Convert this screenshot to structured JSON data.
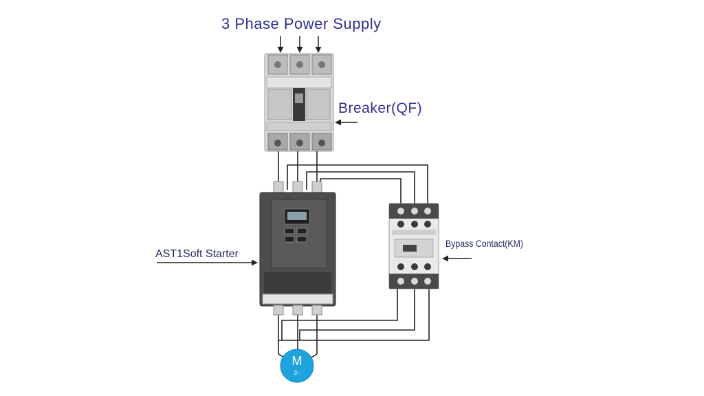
{
  "labels": {
    "power_supply": "3 Phase Power Supply",
    "breaker": "Breaker(QF)",
    "soft_starter": "AST1Soft Starter",
    "bypass": "Bypass Contact(KM)"
  },
  "motor": {
    "letter": "M",
    "sub": "3~"
  },
  "colors": {
    "label": "#2e3192",
    "wire": "#222222",
    "motor": "#1fa3de",
    "breaker_body": "#d6d6d6",
    "starter_body": "#4a4a4a",
    "contactor_body": "#e8e8e8"
  }
}
